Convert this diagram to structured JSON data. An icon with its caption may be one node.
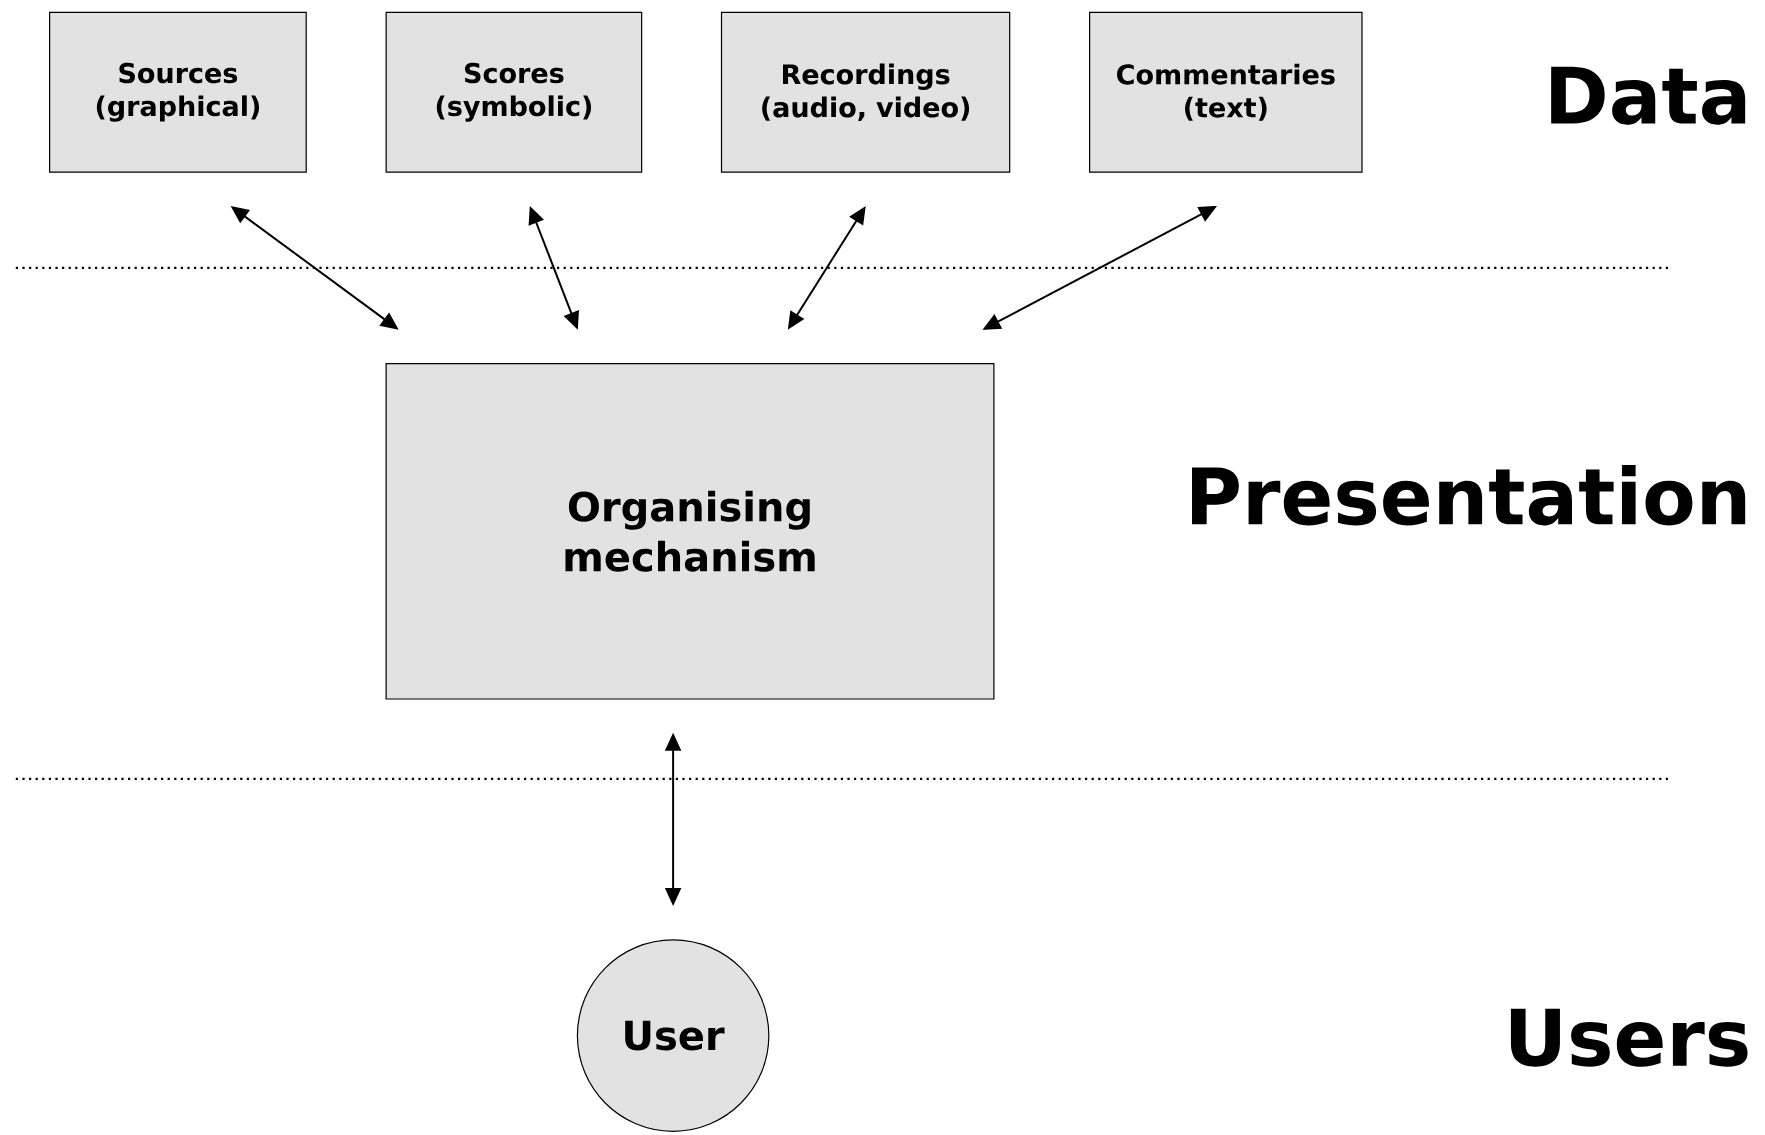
{
  "diagram": {
    "nodes": [
      {
        "text": [
          "Sources (graphical)"
        ]
      },
      {
        "text": [
          "Scores (symbolic)"
        ]
      },
      {
        "text": [
          "Recordings (audio, video)"
        ]
      },
      {
        "text": [
          "Commentaries (text)"
        ]
      },
      {
        "text": [
          "Organising mechanism"
        ]
      },
      {
        "text": [
          "User"
        ]
      }
    ],
    "edges": [
      {
        "from": 0,
        "to": 4,
        "arrow": "both"
      },
      {
        "from": 1,
        "to": 4,
        "arrow": "both"
      },
      {
        "from": 2,
        "to": 4,
        "arrow": "both"
      },
      {
        "from": 3,
        "to": 4,
        "arrow": "both"
      },
      {
        "from": 4,
        "to": 5,
        "arrow": "both"
      }
    ],
    "labels": [
      "Data",
      "Presentation",
      "Users"
    ]
  }
}
